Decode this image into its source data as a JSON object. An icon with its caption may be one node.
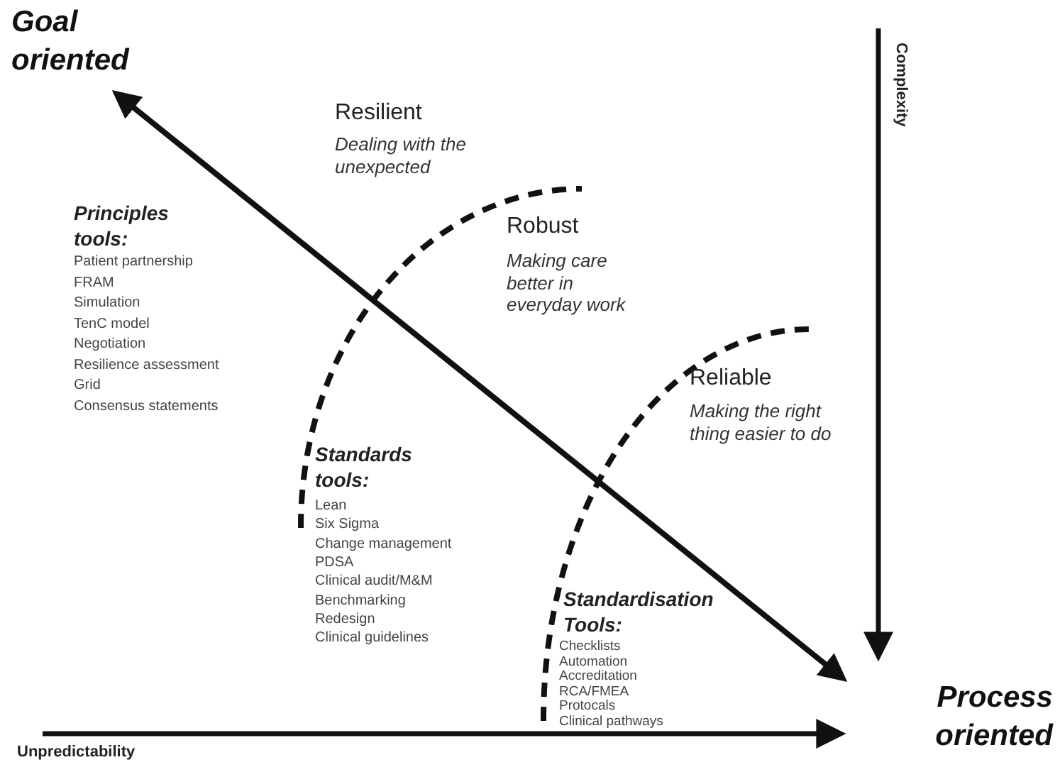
{
  "diagram": {
    "nodes": [
      {
        "text": [
          "Goal oriented"
        ]
      },
      {
        "text": [
          "Process oriented"
        ]
      }
    ],
    "edges": [
      {
        "from": 0,
        "to": 1,
        "arrow": "both"
      }
    ],
    "labels": [
      "Resilient",
      "Dealing with the unexpected",
      "Complexity",
      "Principles tools:",
      "Patient partnership",
      "FRAM",
      "Simulation",
      "TenC model",
      "Negotiation",
      "Resilience assessment",
      "Grid",
      "Consensus statements",
      "Robust",
      "Making care better in everyday work",
      "Reliable",
      "Making the right thing easier to do",
      "Standards tools:",
      "Lean",
      "Six Sigma",
      "Change management",
      "PDSA",
      "Clinical audit/M&M",
      "Benchmarking",
      "Redesign",
      "Clinical guidelines",
      "Standardisation Tools:",
      "Checklists",
      "Automation",
      "Accreditation",
      "RCA/FMEA",
      "Protocals",
      "Clinical pathways",
      "Unpredictability"
    ]
  }
}
